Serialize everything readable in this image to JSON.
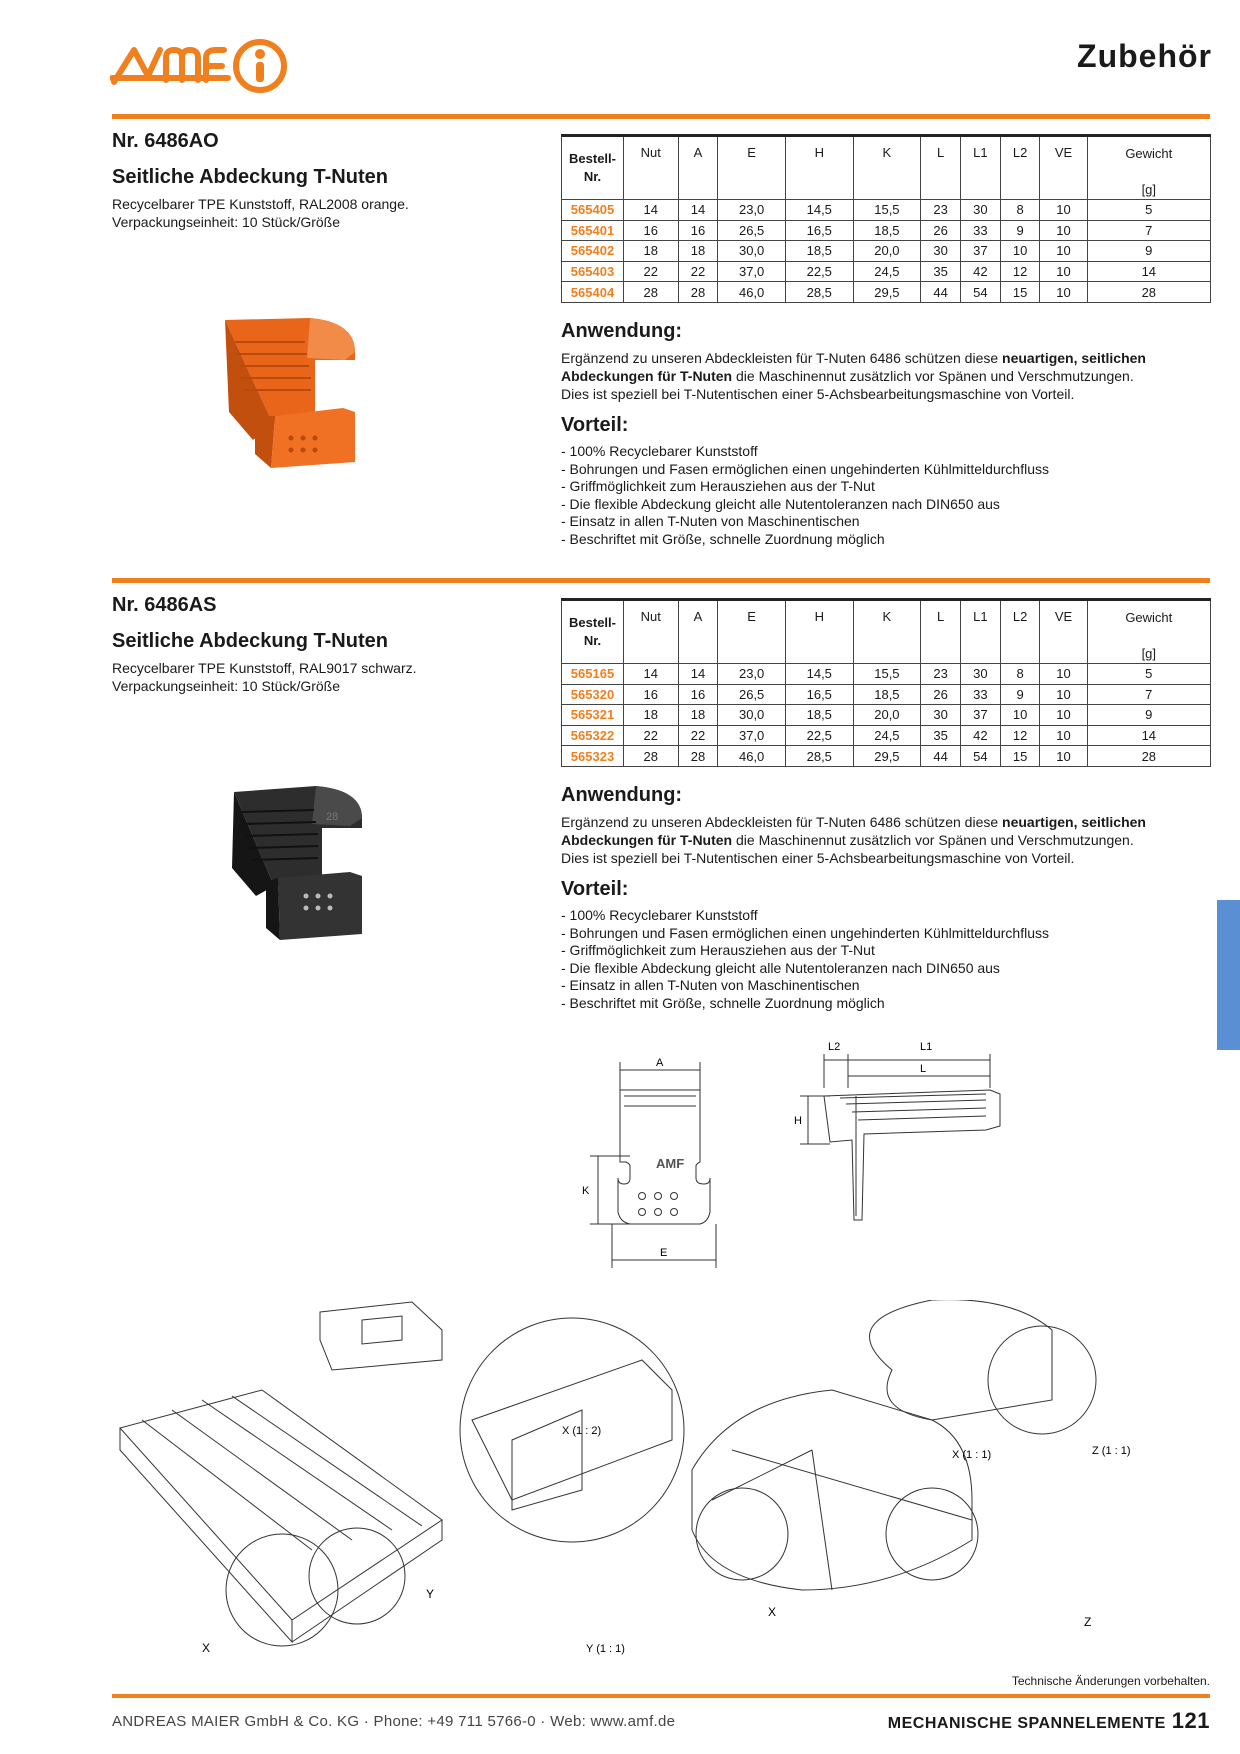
{
  "header": {
    "logo_text": "AMF",
    "title": "Zubehör"
  },
  "table_headers": {
    "bestell": "Bestell-",
    "bestell2": "Nr.",
    "cols": [
      "Nut",
      "A",
      "E",
      "H",
      "K",
      "L",
      "L1",
      "L2",
      "VE",
      "Gewicht"
    ],
    "unit_g": "[g]"
  },
  "sections": [
    {
      "nr": "Nr. 6486AO",
      "title": "Seitliche Abdeckung T-Nuten",
      "desc1": "Recycelbarer TPE Kunststoff, RAL2008 orange.",
      "desc2": "Verpackungseinheit: 10 Stück/Größe",
      "product_color": "#f07024",
      "rows": [
        [
          "565405",
          "14",
          "14",
          "23,0",
          "14,5",
          "15,5",
          "23",
          "30",
          "8",
          "10",
          "5"
        ],
        [
          "565401",
          "16",
          "16",
          "26,5",
          "16,5",
          "18,5",
          "26",
          "33",
          "9",
          "10",
          "7"
        ],
        [
          "565402",
          "18",
          "18",
          "30,0",
          "18,5",
          "20,0",
          "30",
          "37",
          "10",
          "10",
          "9"
        ],
        [
          "565403",
          "22",
          "22",
          "37,0",
          "22,5",
          "24,5",
          "35",
          "42",
          "12",
          "10",
          "14"
        ],
        [
          "565404",
          "28",
          "28",
          "46,0",
          "28,5",
          "29,5",
          "44",
          "54",
          "15",
          "10",
          "28"
        ]
      ],
      "anwendung_title": "Anwendung:",
      "anwendung_pre": "Ergänzend zu unseren Abdeckleisten für T-Nuten 6486 schützen diese ",
      "anwendung_bold1": "neuartigen, seitlichen",
      "anwendung_bold2": "Abdeckungen für T-Nuten",
      "anwendung_post": " die Maschinennut zusätzlich vor Spänen und Verschmutzungen.",
      "anwendung_line3": "Dies ist speziell bei T-Nutentischen einer 5-Achsbearbeitungsmaschine von Vorteil.",
      "vorteil_title": "Vorteil:",
      "vorteile": [
        "- 100% Recyclebarer Kunststoff",
        "- Bohrungen und Fasen ermöglichen einen ungehinderten Kühlmitteldurchfluss",
        "- Griffmöglichkeit zum Herausziehen aus der T-Nut",
        "- Die flexible Abdeckung gleicht alle Nutentoleranzen nach DIN650 aus",
        "- Einsatz in allen T-Nuten von Maschinentischen",
        "- Beschriftet mit Größe, schnelle Zuordnung möglich"
      ]
    },
    {
      "nr": "Nr. 6486AS",
      "title": "Seitliche Abdeckung T-Nuten",
      "desc1": "Recycelbarer TPE Kunststoff, RAL9017 schwarz.",
      "desc2": "Verpackungseinheit: 10 Stück/Größe",
      "product_color": "#2b2b2b",
      "rows": [
        [
          "565165",
          "14",
          "14",
          "23,0",
          "14,5",
          "15,5",
          "23",
          "30",
          "8",
          "10",
          "5"
        ],
        [
          "565320",
          "16",
          "16",
          "26,5",
          "16,5",
          "18,5",
          "26",
          "33",
          "9",
          "10",
          "7"
        ],
        [
          "565321",
          "18",
          "18",
          "30,0",
          "18,5",
          "20,0",
          "30",
          "37",
          "10",
          "10",
          "9"
        ],
        [
          "565322",
          "22",
          "22",
          "37,0",
          "22,5",
          "24,5",
          "35",
          "42",
          "12",
          "10",
          "14"
        ],
        [
          "565323",
          "28",
          "28",
          "46,0",
          "28,5",
          "29,5",
          "44",
          "54",
          "15",
          "10",
          "28"
        ]
      ],
      "anwendung_title": "Anwendung:",
      "anwendung_pre": "Ergänzend zu unseren Abdeckleisten für T-Nuten 6486 schützen diese ",
      "anwendung_bold1": "neuartigen, seitlichen",
      "anwendung_bold2": "Abdeckungen für T-Nuten",
      "anwendung_post": " die Maschinennut zusätzlich vor Spänen und Verschmutzungen.",
      "anwendung_line3": "Dies ist speziell bei T-Nutentischen einer 5-Achsbearbeitungsmaschine von Vorteil.",
      "vorteil_title": "Vorteil:",
      "vorteile": [
        "- 100% Recyclebarer Kunststoff",
        "- Bohrungen und Fasen ermöglichen einen ungehinderten Kühlmitteldurchfluss",
        "- Griffmöglichkeit zum Herausziehen aus der T-Nut",
        "- Die flexible Abdeckung gleicht alle Nutentoleranzen nach DIN650 aus",
        "- Einsatz in allen T-Nuten von Maschinentischen",
        "- Beschriftet mit Größe, schnelle Zuordnung möglich"
      ]
    }
  ],
  "drawing_labels": {
    "a": "A",
    "e": "E",
    "k": "K",
    "h": "H",
    "l": "L",
    "l1": "L1",
    "l2": "L2",
    "x_detail": "X (1 : 2)",
    "y_detail": "Y (1 : 1)",
    "x_detail2": "X (1 : 1)",
    "z_detail": "Z (1 : 1)",
    "x": "X",
    "y": "Y",
    "z": "Z",
    "product_size": "28"
  },
  "footer": {
    "note": "Technische Änderungen vorbehalten.",
    "company": "ANDREAS MAIER GmbH & Co. KG · Phone: +49 711 5766-0 · Web: www.amf.de",
    "category": "MECHANISCHE SPANNELEMENTE",
    "page": "121"
  },
  "colors": {
    "accent": "#f07f1e",
    "side_tab": "#5b8fd4"
  }
}
